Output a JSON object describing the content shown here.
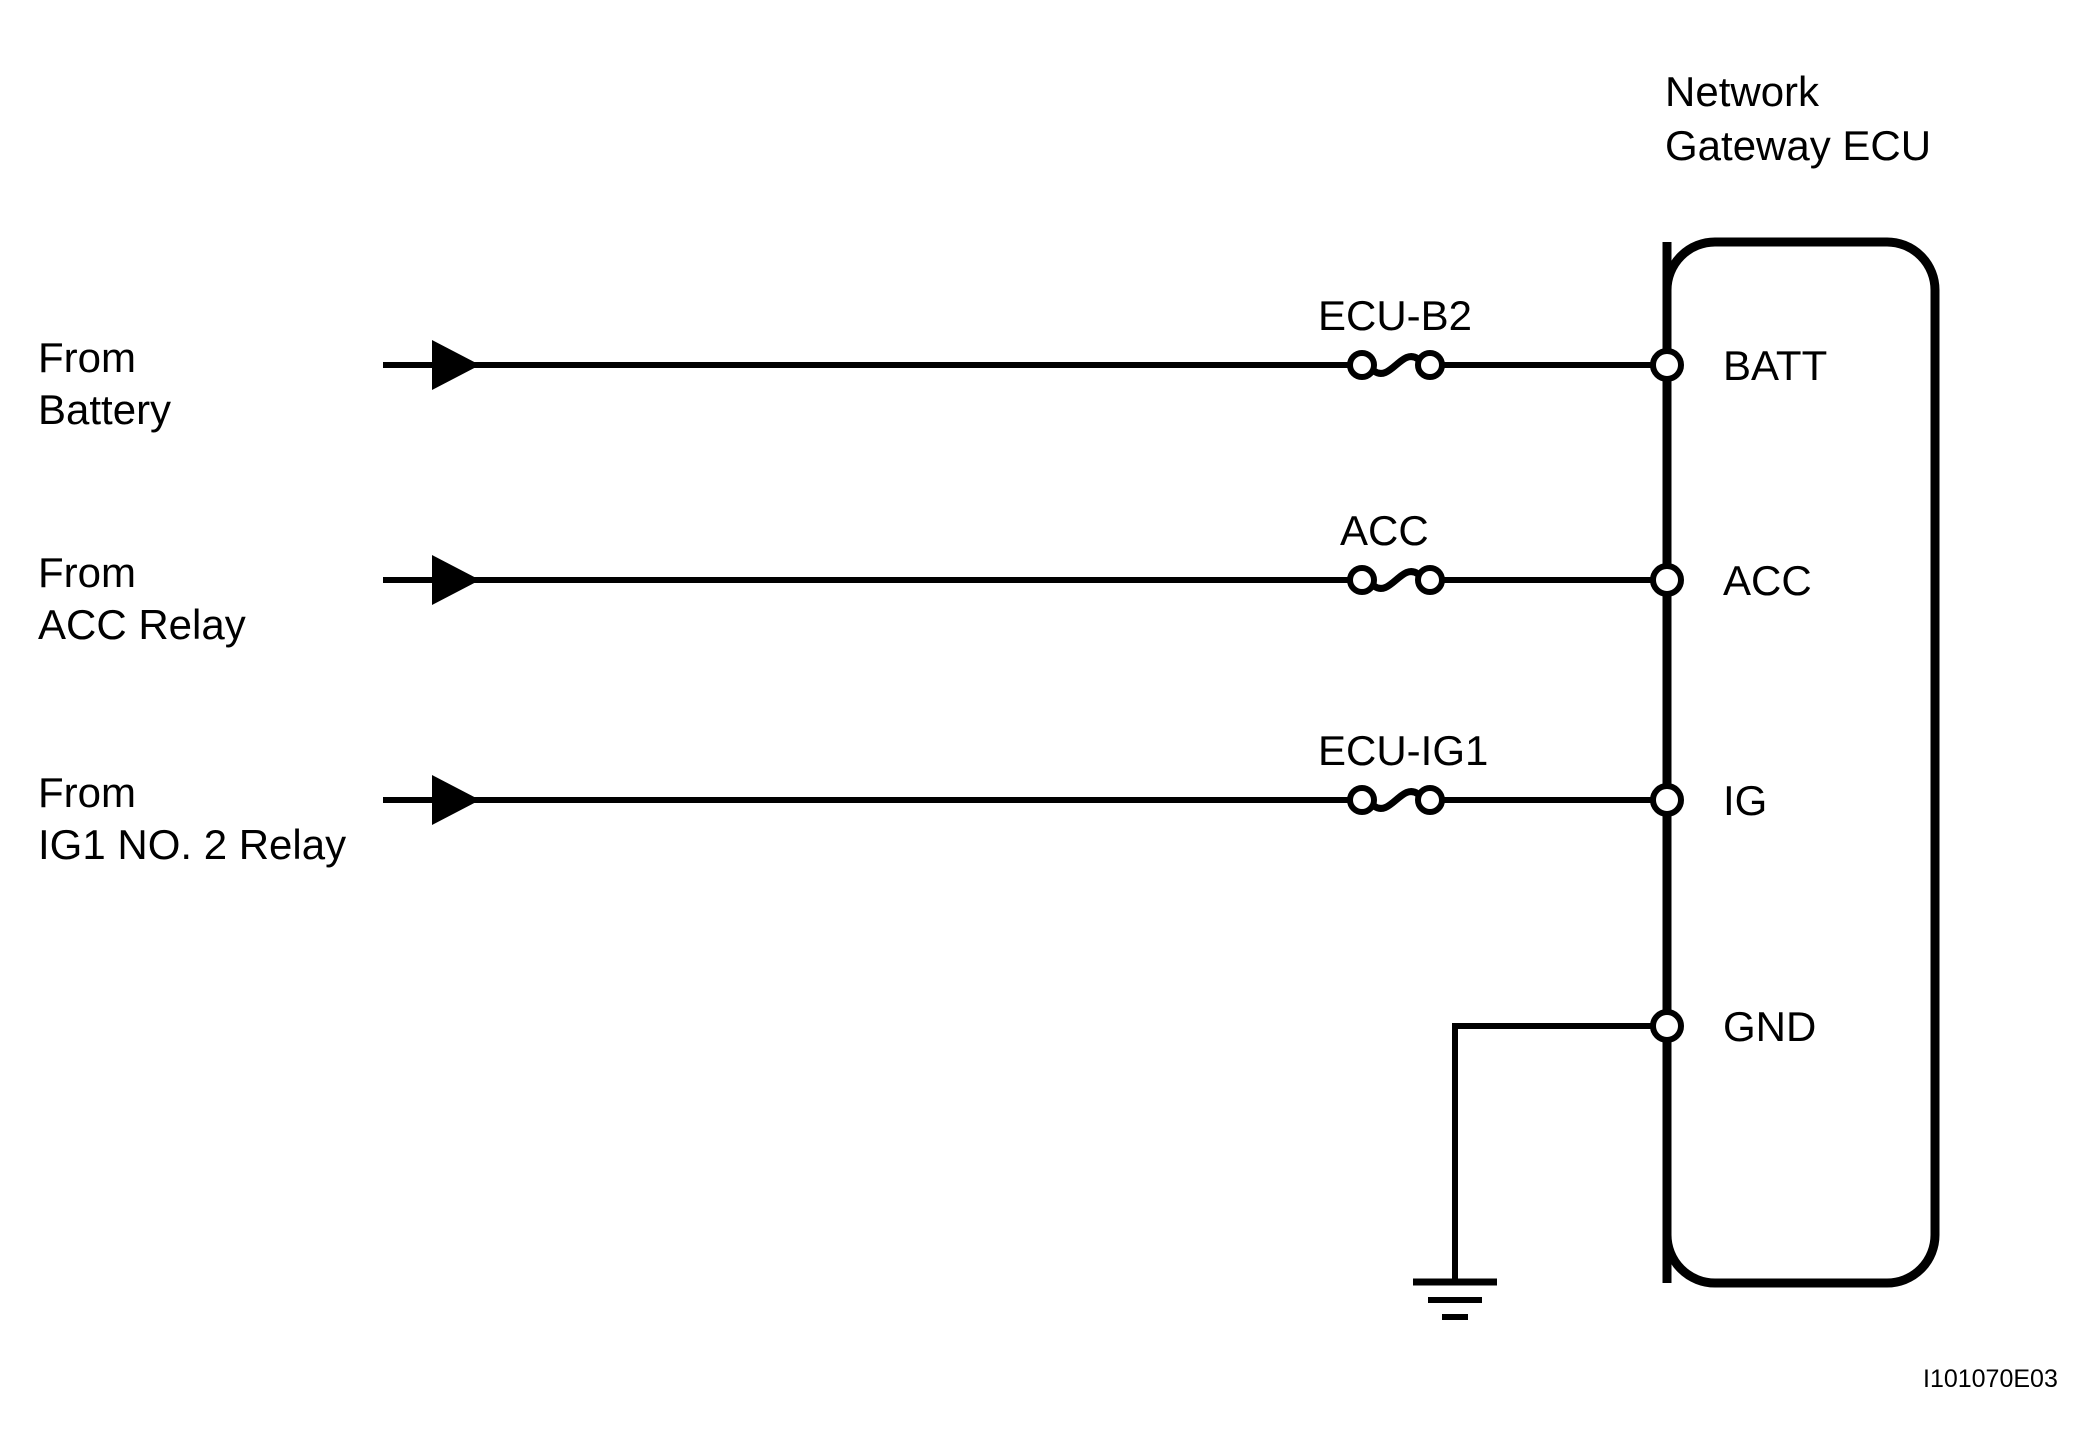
{
  "figure": {
    "title_line1": "Network",
    "title_line2": "Gateway ECU",
    "figure_id": "I101070E03",
    "background_color": "#ffffff",
    "line_color": "#000000"
  },
  "ecu": {
    "name": "Network Gateway ECU",
    "pins": [
      {
        "label": "BATT",
        "row": 0
      },
      {
        "label": "ACC",
        "row": 1
      },
      {
        "label": "IG",
        "row": 2
      },
      {
        "label": "GND",
        "row": 3
      }
    ]
  },
  "circuits": [
    {
      "source_line1": "From",
      "source_line2": "Battery",
      "fuse_label": "ECU-B2",
      "pin_label": "BATT",
      "has_arrow": true,
      "has_fuse": true
    },
    {
      "source_line1": "From",
      "source_line2": "ACC Relay",
      "fuse_label": "ACC",
      "pin_label": "ACC",
      "has_arrow": true,
      "has_fuse": true
    },
    {
      "source_line1": "From",
      "source_line2": "IG1 NO. 2 Relay",
      "fuse_label": "ECU-IG1",
      "pin_label": "IG",
      "has_arrow": true,
      "has_fuse": true
    }
  ],
  "ground": {
    "pin_label": "GND",
    "symbol": "earth-ground-icon"
  }
}
